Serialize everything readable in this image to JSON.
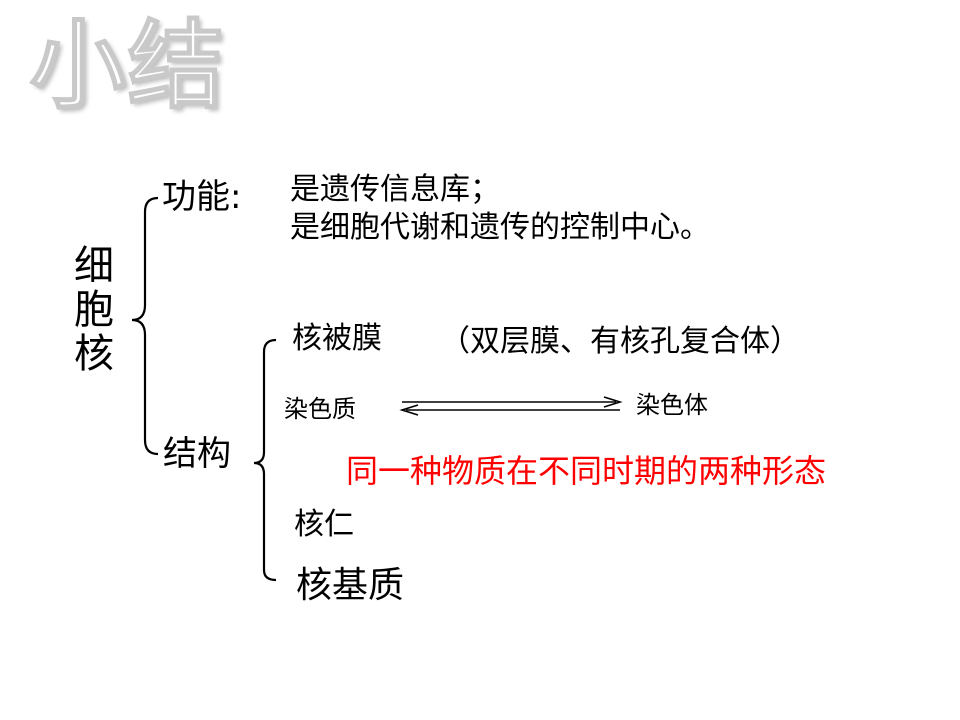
{
  "title": "小结",
  "topic": "细胞核",
  "function": {
    "label": "功能:",
    "lines": [
      "是遗传信息库；",
      "是细胞代谢和遗传的控制中心。"
    ]
  },
  "structure": {
    "label": "结构",
    "nuclear_envelope": "核被膜",
    "nuclear_envelope_note": "（双层膜、有核孔复合体）",
    "chromatin": "染色质",
    "chromosome": "染色体",
    "same_substance_note": "同一种物质在不同时期的两种形态",
    "nucleolus": "核仁",
    "nuclear_matrix": "核基质"
  },
  "colors": {
    "highlight_text": "#ff0000",
    "body_text": "#000000",
    "title_outline": "#c9c9c9"
  }
}
